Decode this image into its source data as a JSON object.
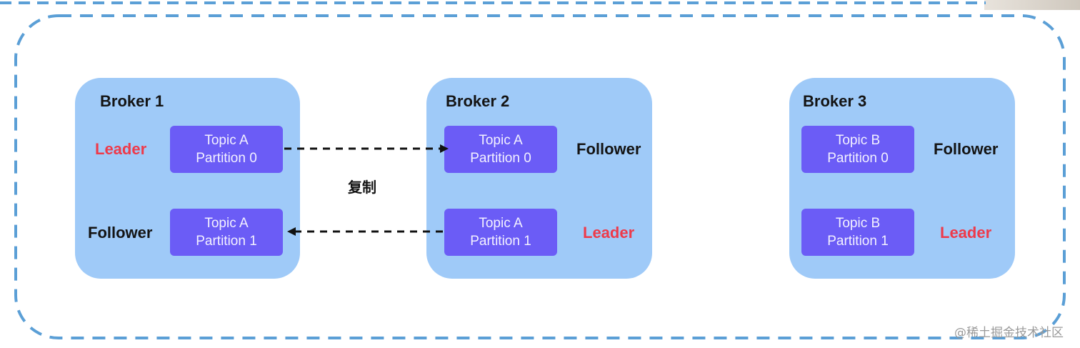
{
  "brokers": [
    {
      "title": "Broker 1",
      "partitions": [
        {
          "line1": "Topic A",
          "line2": "Partition 0",
          "role": "Leader"
        },
        {
          "line1": "Topic A",
          "line2": "Partition 1",
          "role": "Follower"
        }
      ]
    },
    {
      "title": "Broker 2",
      "partitions": [
        {
          "line1": "Topic A",
          "line2": "Partition 0",
          "role": "Follower"
        },
        {
          "line1": "Topic A",
          "line2": "Partition 1",
          "role": "Leader"
        }
      ]
    },
    {
      "title": "Broker 3",
      "partitions": [
        {
          "line1": "Topic B",
          "line2": "Partition 0",
          "role": "Follower"
        },
        {
          "line1": "Topic B",
          "line2": "Partition 1",
          "role": "Leader"
        }
      ]
    }
  ],
  "copy_label": "复制",
  "footer": "@稀土掘金技术社区",
  "colors": {
    "broker_fill": "#9fcaf8",
    "partition_fill": "#6b5cf6",
    "leader_text": "#ee3a4a",
    "outer_dash": "#5b9fd6"
  }
}
